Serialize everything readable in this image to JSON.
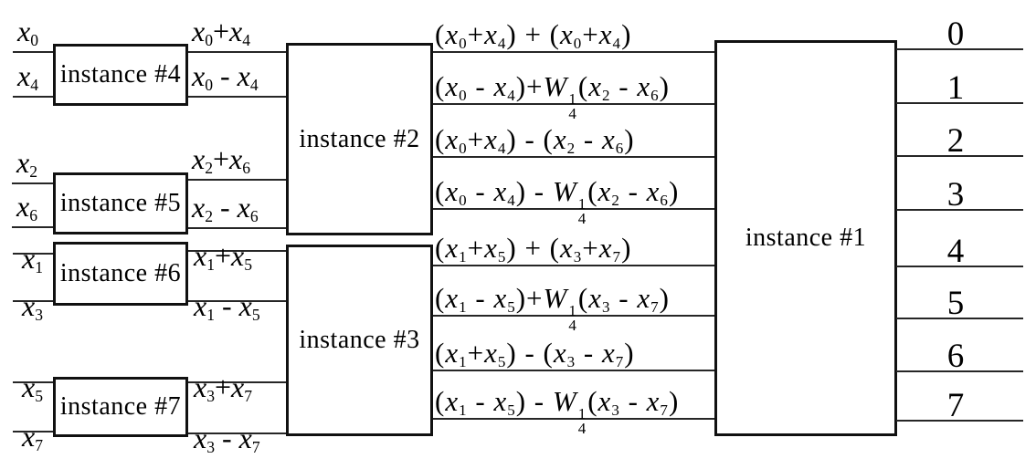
{
  "figure": {
    "kind": "radix-2 FFT decomposition block diagram",
    "colors": {
      "line": "#262626",
      "box_border": "#111111",
      "background": "#ffffff",
      "text": "#000000"
    }
  },
  "boxes": {
    "inst1": {
      "label": "instance #1"
    },
    "inst2": {
      "label": "instance #2"
    },
    "inst3": {
      "label": "instance #3"
    },
    "inst4": {
      "label": "instance #4"
    },
    "inst5": {
      "label": "instance #5"
    },
    "inst6": {
      "label": "instance #6"
    },
    "inst7": {
      "label": "instance #7"
    }
  },
  "inputs": [
    {
      "label": "x_0"
    },
    {
      "label": "x_4"
    },
    {
      "label": "x_2"
    },
    {
      "label": "x_6"
    },
    {
      "label": "x_1"
    },
    {
      "label": "x_3"
    },
    {
      "label": "x_5"
    },
    {
      "label": "x_7"
    }
  ],
  "stage1_outputs": [
    {
      "label": "x_0+x_4"
    },
    {
      "label": "x_0 - x_4"
    },
    {
      "label": "x_2+x_6"
    },
    {
      "label": "x_2 - x_6"
    },
    {
      "label": "x_1+x_5"
    },
    {
      "label": "x_1 - x_5"
    },
    {
      "label": "x_3+x_7"
    },
    {
      "label": "x_3 - x_7"
    }
  ],
  "stage2_outputs": [
    {
      "label": "(x_0+x_4) + (x_0+x_4)"
    },
    {
      "label": "(x_0 - x_4)+W_4^1(x_2 - x_6)"
    },
    {
      "label": "(x_0+x_4) - (x_2 - x_6)"
    },
    {
      "label": "(x_0 - x_4) - W_4^1(x_2 - x_6)"
    },
    {
      "label": "(x_1+x_5) + (x_3+x_7)"
    },
    {
      "label": "(x_1 - x_5)+W_4^1(x_3 - x_7)"
    },
    {
      "label": "(x_1+x_5) - (x_3 - x_7)"
    },
    {
      "label": "(x_1 - x_5) - W_4^1(x_3 - x_7)"
    }
  ],
  "final_outputs": [
    {
      "label": "0"
    },
    {
      "label": "1"
    },
    {
      "label": "2"
    },
    {
      "label": "3"
    },
    {
      "label": "4"
    },
    {
      "label": "5"
    },
    {
      "label": "6"
    },
    {
      "label": "7"
    }
  ]
}
